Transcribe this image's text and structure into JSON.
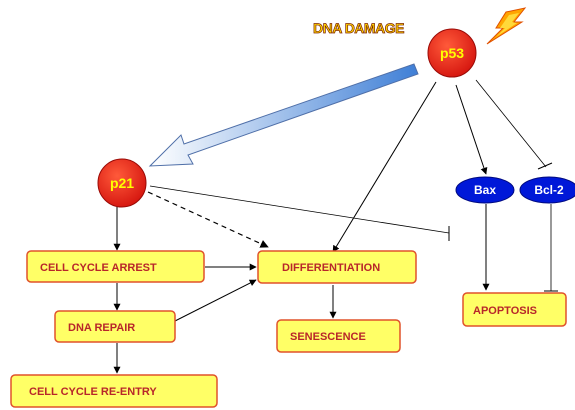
{
  "title": "DNA DAMAGE",
  "nodes": {
    "p53": "p53",
    "p21": "p21",
    "bax": "Bax",
    "bcl2": "Bcl-2",
    "cell_cycle_arrest": "CELL CYCLE ARREST",
    "differentiation": "DIFFERENTIATION",
    "dna_repair": "DNA REPAIR",
    "senescence": "SENESCENCE",
    "cell_cycle_reentry": "CELL CYCLE RE-ENTRY",
    "apoptosis": "APOPTOSIS"
  },
  "colors": {
    "circle_fill": "#e8201a",
    "circle_text": "#ffff00",
    "box_fill": "#ffff66",
    "box_border": "#e0522a",
    "box_text": "#b8262a",
    "oval_fill": "#0018d8",
    "big_arrow_start": "#ffffff",
    "big_arrow_end": "#4a86d8"
  }
}
